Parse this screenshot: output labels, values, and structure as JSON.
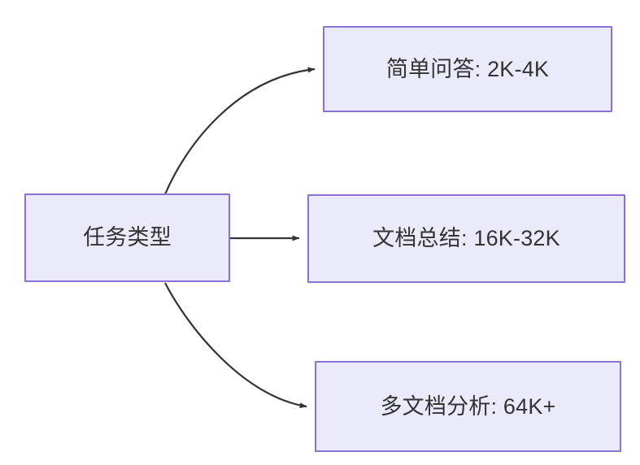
{
  "diagram": {
    "type": "flowchart",
    "direction": "left-to-right",
    "background_color": "#ffffff",
    "node_fill_color": "#ebeafa",
    "node_border_color": "#8c71d4",
    "node_text_color": "#333333",
    "edge_color": "#333333",
    "nodes": [
      {
        "id": "root",
        "label": "任务类型",
        "role": "root"
      },
      {
        "id": "simple-qa",
        "label": "简单问答: 2K-4K",
        "role": "leaf"
      },
      {
        "id": "doc-summary",
        "label": "文档总结: 16K-32K",
        "role": "leaf"
      },
      {
        "id": "multi-doc",
        "label": "多文档分析: 64K+",
        "role": "leaf"
      }
    ],
    "edges": [
      {
        "id": "edge-root-simple-qa",
        "from": "root",
        "to": "simple-qa",
        "label": "",
        "style": "curved-arrow"
      },
      {
        "id": "edge-root-doc-summary",
        "from": "root",
        "to": "doc-summary",
        "label": "",
        "style": "straight-arrow"
      },
      {
        "id": "edge-root-multi-doc",
        "from": "root",
        "to": "multi-doc",
        "label": "",
        "style": "curved-arrow"
      }
    ]
  }
}
